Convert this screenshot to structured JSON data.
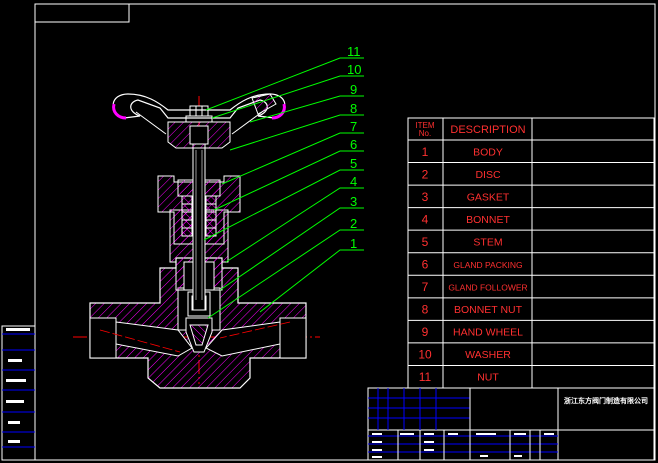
{
  "callouts": [
    "11",
    "10",
    "9",
    "8",
    "7",
    "6",
    "5",
    "4",
    "3",
    "2",
    "1"
  ],
  "parts_table": {
    "header_item": [
      "ITEM",
      "No."
    ],
    "header_desc": "DESCRIPTION",
    "rows": [
      {
        "no": "1",
        "desc": "BODY"
      },
      {
        "no": "2",
        "desc": "DISC"
      },
      {
        "no": "3",
        "desc": "GASKET"
      },
      {
        "no": "4",
        "desc": "BONNET"
      },
      {
        "no": "5",
        "desc": "STEM"
      },
      {
        "no": "6",
        "desc": "GLAND PACKING"
      },
      {
        "no": "7",
        "desc": "GLAND FOLLOWER"
      },
      {
        "no": "8",
        "desc": "BONNET NUT"
      },
      {
        "no": "9",
        "desc": "HAND WHEEL"
      },
      {
        "no": "10",
        "desc": "WASHER"
      },
      {
        "no": "11",
        "desc": "NUT"
      }
    ]
  },
  "title_block": {
    "company": "浙江东方阀门制造有限公司"
  },
  "colors": {
    "border": "#ffffff",
    "callout": "#00ff00",
    "table_red": "#ff3030",
    "hatch": "#ff00ff",
    "centerline": "#ff0000",
    "title_blue": "#0000ff",
    "body": "#ffffff"
  }
}
